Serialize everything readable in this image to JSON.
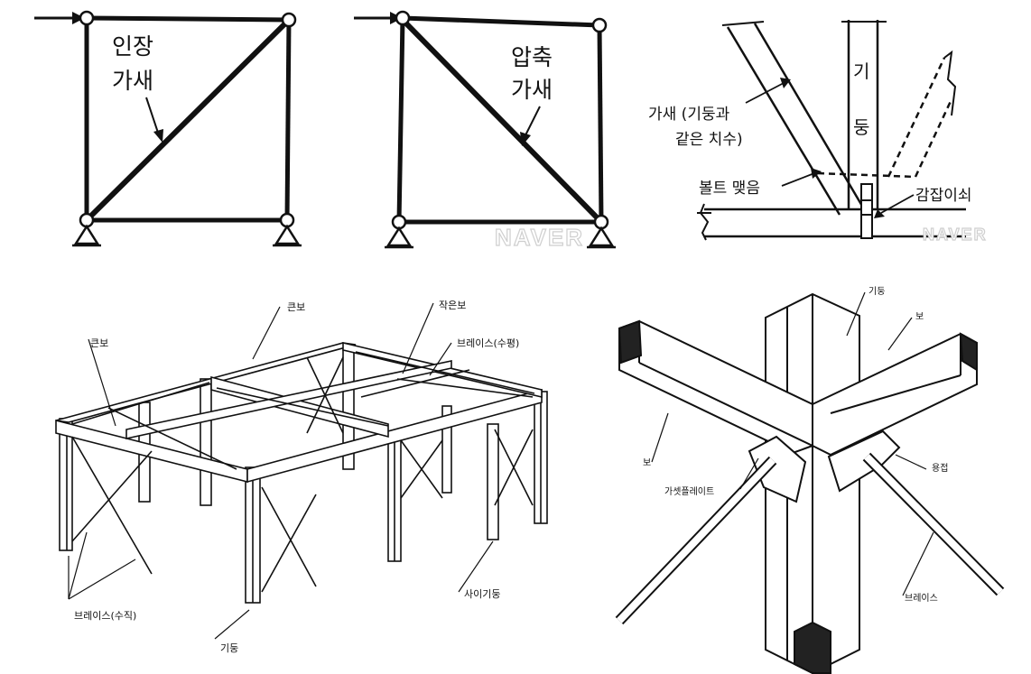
{
  "truss_tension": {
    "label_line1": "인장",
    "label_line2": "가새"
  },
  "truss_compression": {
    "label_line1": "압축",
    "label_line2": "가새"
  },
  "detail": {
    "column_label_1": "기",
    "column_label_2": "둥",
    "brace_label_line1": "가새 (기둥과",
    "brace_label_line2": "같은 치수)",
    "bolt_label": "볼트 맺음",
    "clip_label": "감잡이쇠"
  },
  "frame": {
    "girder_label_top": "큰보",
    "girder_label_left": "큰보",
    "small_beam_label": "작은보",
    "horizontal_brace_label": "브레이스(수평)",
    "vertical_brace_label": "브레이스(수직)",
    "column_label": "기둥",
    "intermediate_column_label": "사이기둥"
  },
  "joint": {
    "column_label": "기둥",
    "beam_label_right": "보",
    "beam_label_left": "보",
    "gusset_label": "가셋플레이트",
    "weld_label": "용접",
    "brace_label": "브레이스"
  },
  "watermark": "NAVER"
}
